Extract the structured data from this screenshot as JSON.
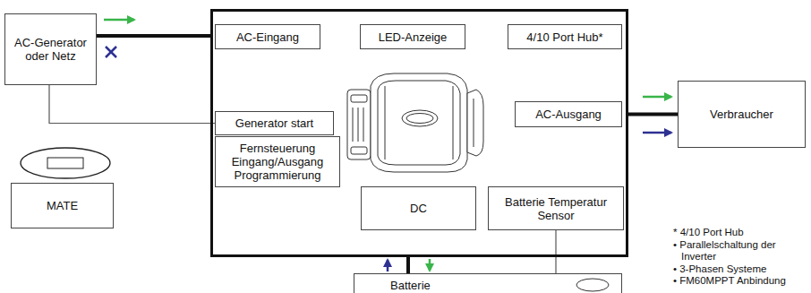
{
  "diagram": {
    "nodes": [
      {
        "text": [
          "AC-Generator oder Netz"
        ]
      },
      {
        "text": []
      },
      {
        "text": [
          "AC-Eingang"
        ],
        "in": 1
      },
      {
        "text": [
          "LED-Anzeige"
        ],
        "in": 1
      },
      {
        "text": [
          "4/10 Port Hub*"
        ],
        "in": 1
      },
      {
        "text": [
          "Generator start"
        ],
        "in": 1
      },
      {
        "text": [
          "AC-Ausgang"
        ],
        "in": 1
      },
      {
        "text": [
          "Fernsteuerung Eingang/Ausgang Programmierung"
        ],
        "in": 1
      },
      {
        "text": [
          "DC"
        ],
        "in": 1
      },
      {
        "text": [
          "Batterie Temperatur Sensor"
        ],
        "in": 1
      },
      {
        "text": [
          "Verbraucher"
        ]
      },
      {
        "text": [
          "MATE"
        ]
      },
      {
        "text": [
          "Batterie"
        ]
      }
    ],
    "edges": [
      {
        "from": 0,
        "to": 1,
        "arrow": "none"
      },
      {
        "from": 0,
        "to": 5,
        "arrow": "none"
      },
      {
        "from": 1,
        "to": 10,
        "arrow": "none"
      },
      {
        "from": 1,
        "to": 12,
        "arrow": "none"
      },
      {
        "from": 9,
        "to": 12,
        "arrow": "none"
      }
    ],
    "labels": [
      "* 4/10 Port Hub",
      "• Parallelschaltung der Inverter",
      "• 3-Phasen Systeme",
      "• FM60MPPT Anbindung"
    ]
  }
}
